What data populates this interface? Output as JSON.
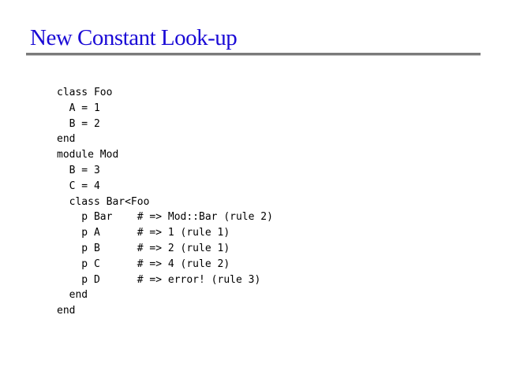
{
  "slide": {
    "title": "New Constant Look-up",
    "code_lines": [
      "class Foo",
      "  A = 1",
      "  B = 2",
      "end",
      "module Mod",
      "  B = 3",
      "  C = 4",
      "  class Bar<Foo",
      "    p Bar    # => Mod::Bar (rule 2)",
      "    p A      # => 1 (rule 1)",
      "    p B      # => 2 (rule 1)",
      "    p C      # => 4 (rule 2)",
      "    p D      # => error! (rule 3)",
      "  end",
      "end"
    ]
  },
  "colors": {
    "title": "#1a0ad6",
    "rule": "#7a7a7a",
    "text": "#000000",
    "background": "#ffffff"
  }
}
